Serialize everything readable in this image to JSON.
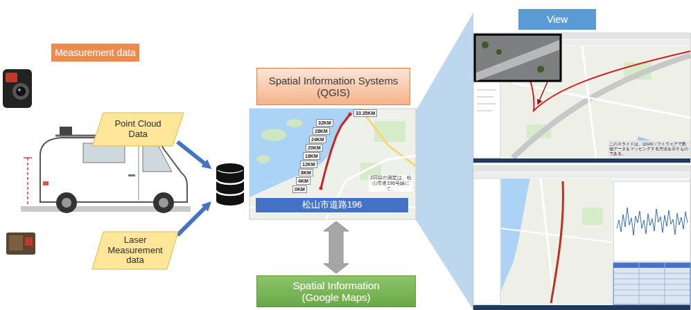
{
  "diagram": {
    "nodes": [
      {
        "text": [
          "Measurement data"
        ]
      },
      {
        "text": [
          "Point Cloud Data"
        ]
      },
      {
        "text": [
          "Laser Measurement data"
        ]
      },
      {
        "text": [
          "Spatial Information Systems (QGIS)"
        ]
      },
      {
        "text": [
          "33.35KM",
          "32KM",
          "28KM",
          "24KM",
          "20KM",
          "16KM",
          "12KM",
          "8KM",
          "4KM",
          "0KM",
          "2回目の測定は、松山市道196号線にて。"
        ]
      },
      {
        "text": [
          "松山市道路196"
        ],
        "in": 4
      },
      {
        "text": [
          "Spatial Information (Google Maps)"
        ]
      },
      {
        "text": [
          "View"
        ]
      }
    ],
    "edges": [
      {
        "from": 4,
        "to": 6,
        "arrow": "both"
      }
    ],
    "labels": [
      "このスライドは、QGISソフトウェアで数値データをマッピングする方法を示すものである。"
    ]
  }
}
